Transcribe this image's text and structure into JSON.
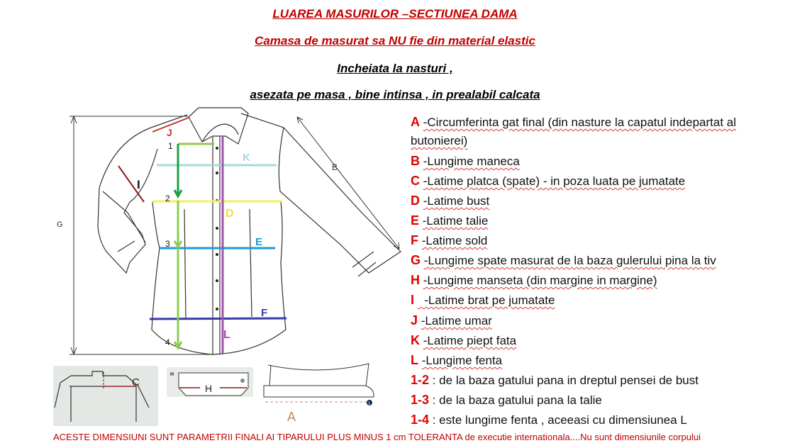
{
  "header": {
    "title": "LUAREA MASURILOR –SECTIUNEA DAMA",
    "subtitle": "Camasa de masurat sa NU fie din material elastic",
    "line3": "Incheiata la nasturi ,",
    "line4": "asezata pe masa , bine intinsa , in prealabil calcata"
  },
  "diagram": {
    "labels": {
      "G": "G",
      "B": "B",
      "J": "J",
      "I": "I",
      "K": "K",
      "D": "D",
      "E": "E",
      "F": "F",
      "L": "L",
      "C": "C",
      "H": "H",
      "H_small": "H",
      "A": "A",
      "p1": "1",
      "p2": "2",
      "p3": "3",
      "p4": "4",
      "badge": "1"
    },
    "colors": {
      "K": "#a8d8e0",
      "D": "#f0f060",
      "E": "#1b9ad6",
      "F": "#3a3aa8",
      "L": "#a050b0",
      "J": "#c0392b",
      "I": "#8b1a1a",
      "green_dark": "#1aa040",
      "green_light": "#8ccc50",
      "A": "#c8855a"
    }
  },
  "measurements": [
    {
      "key": "A",
      "text": "-Circumferinta gat final (din nasture la capatul indepartat al",
      "text2": "butonierei)"
    },
    {
      "key": "B",
      "text": "-Lungime maneca"
    },
    {
      "key": "C",
      "text": "-Latime platca (spate) - in poza luata pe jumatate"
    },
    {
      "key": "D",
      "text": "-Latime bust"
    },
    {
      "key": "E",
      "text": "-Latime talie"
    },
    {
      "key": "F",
      "text": "-Latime sold"
    },
    {
      "key": "G",
      "text": "-Lungime spate masurat de la baza gulerului pina la tiv"
    },
    {
      "key": "H",
      "text": "-Lungime manseta (din margine in margine)"
    },
    {
      "key": "I",
      "text": "  -Latime brat pe jumatate"
    },
    {
      "key": "J",
      "text": "-Latime umar"
    },
    {
      "key": "K",
      "text": "-Latime piept fata"
    },
    {
      "key": "L",
      "text": "-Lungime fenta"
    },
    {
      "key": "1-2",
      "text": " : de la baza gatului pana in dreptul pensei de bust"
    },
    {
      "key": "1-3",
      "text": " : de la baza gatului pana la talie"
    },
    {
      "key": "1-4",
      "text": " : este lungime fenta , aceeasi cu dimensiunea L"
    }
  ],
  "footer": "ACESTE DIMENSIUNI SUNT PARAMETRII FINALI AI TIPARULUI PLUS  MINUS 1 cm TOLERANTA de executie internationala....Nu sunt dimensiunile corpului"
}
